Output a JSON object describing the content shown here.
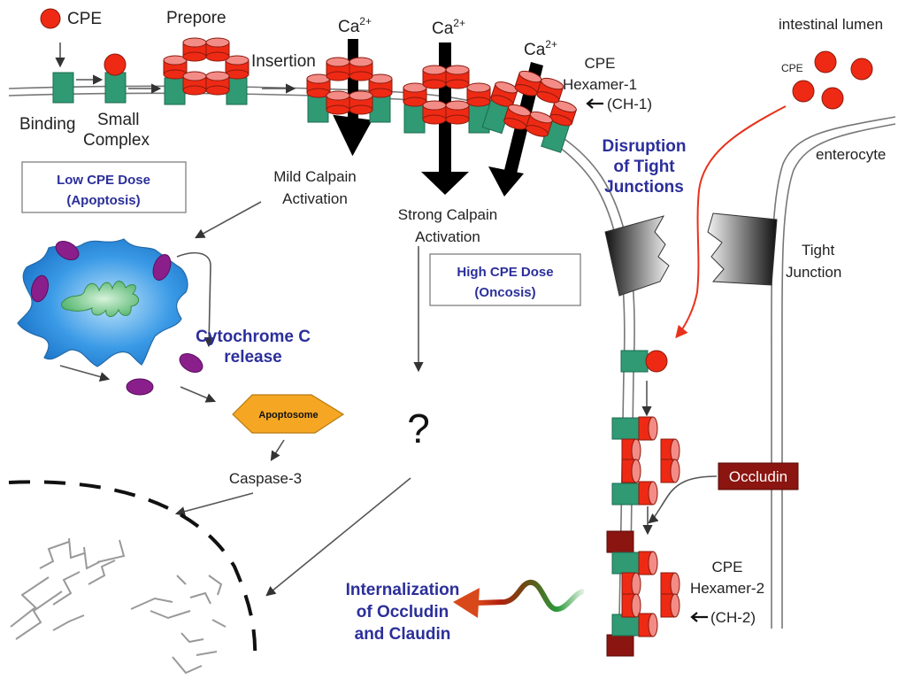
{
  "figure": {
    "topic": "CPE (Clostridium perfringens enterotoxin) mechanism of action",
    "labels": {
      "cpe_top": "CPE",
      "prepore": "Prepore",
      "binding": "Binding",
      "small_complex_line1": "Small",
      "small_complex_line2": "Complex",
      "insertion": "Insertion",
      "calcium": "Ca",
      "calcium_charge": "2+",
      "ch1_line1": "CPE",
      "ch1_line2": "Hexamer-1",
      "ch1_line3": "(CH-1)",
      "intestinal_lumen": "intestinal lumen",
      "cpe_lumen": "CPE",
      "enterocyte": "enterocyte",
      "disruption_line1": "Disruption",
      "disruption_line2": "of Tight",
      "disruption_line3": "Junctions",
      "low_dose_line1": "Low CPE Dose",
      "low_dose_line2": "(Apoptosis)",
      "mild_calpain_line1": "Mild Calpain",
      "mild_calpain_line2": "Activation",
      "strong_calpain_line1": "Strong Calpain",
      "strong_calpain_line2": "Activation",
      "high_dose_line1": "High CPE Dose",
      "high_dose_line2": "(Oncosis)",
      "tight_junction_line1": "Tight",
      "tight_junction_line2": "Junction",
      "cytochrome_line1": "Cytochrome C",
      "cytochrome_line2": "release",
      "apoptosome": "Apoptosome",
      "caspase": "Caspase-3",
      "unknown": "?",
      "occludin": "Occludin",
      "ch2_line1": "CPE",
      "ch2_line2": "Hexamer-2",
      "ch2_line3": "(CH-2)",
      "internalization_line1": "Internalization",
      "internalization_line2": "of Occludin",
      "internalization_line3": "and Claudin"
    },
    "colors": {
      "cpe_red": "#ee2a14",
      "cpe_pink": "#f38c86",
      "receptor_green": "#2f9a74",
      "occludin_maroon": "#8b1510",
      "mitochondria_purple": "#8a1f8c",
      "cell_blue": "#2a8ee0",
      "apoptosome_orange": "#f5a623",
      "label_blue": "#2b2f9a",
      "path_red": "#e8321c"
    }
  }
}
